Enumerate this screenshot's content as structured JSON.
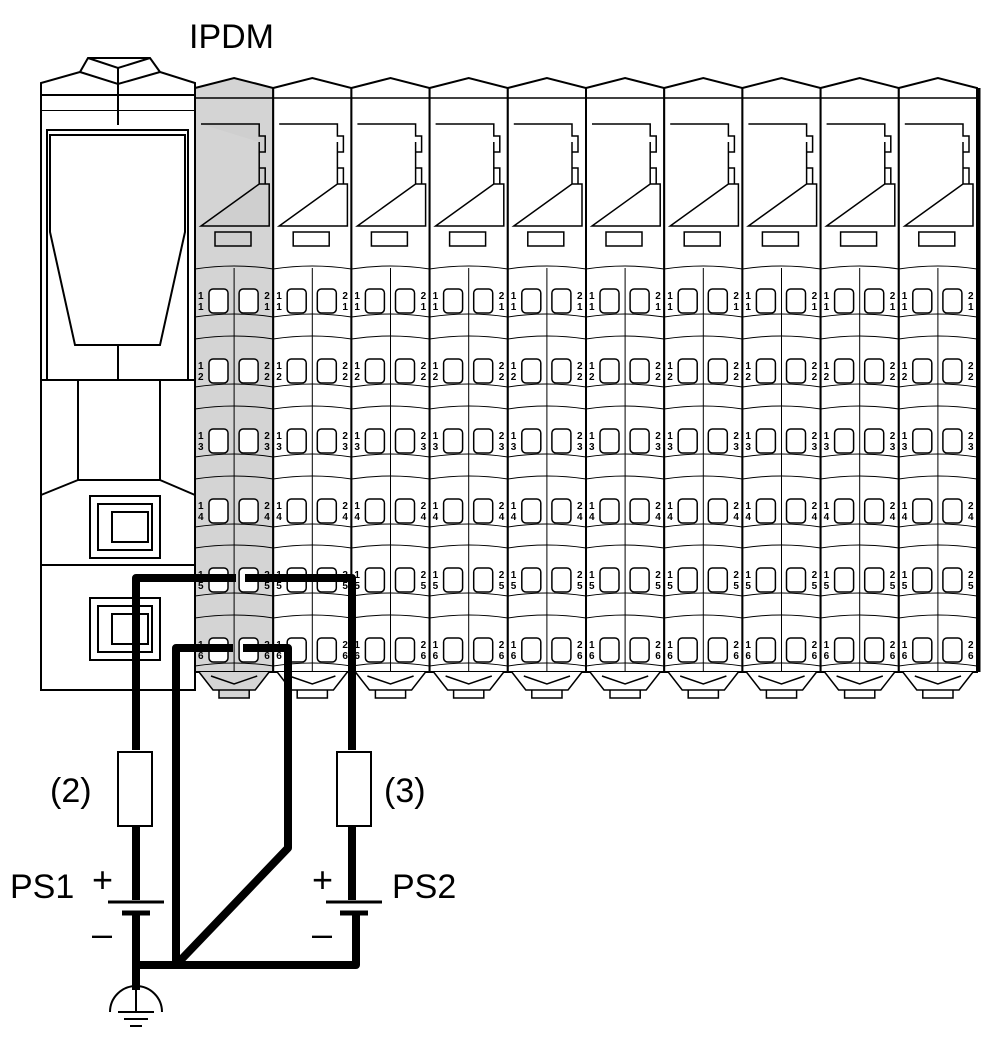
{
  "labels": {
    "ipdm": "IPDM",
    "fuse_left": "(2)",
    "fuse_right": "(3)",
    "ps1": "PS1",
    "ps2": "PS2",
    "plus": "+",
    "minus": "–"
  },
  "rows": [
    "1",
    "2",
    "3",
    "4",
    "5",
    "6"
  ],
  "columns": {
    "left": "1",
    "right": "2"
  },
  "module_count": 10,
  "colors": {
    "ipdm_fill": "#d4d4d4",
    "line": "#000000",
    "background": "#ffffff"
  }
}
